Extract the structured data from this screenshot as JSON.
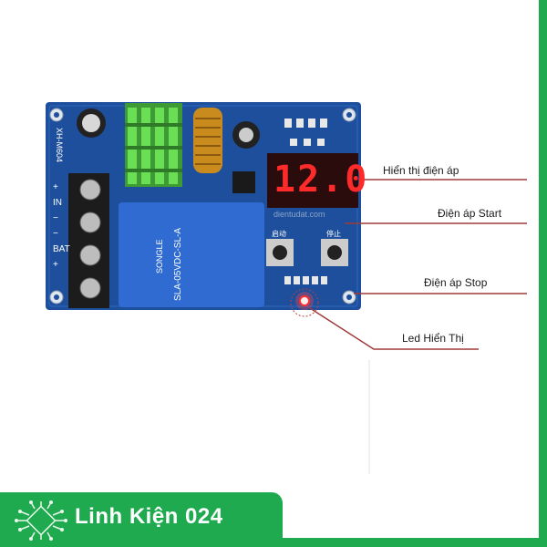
{
  "board": {
    "model": "XH-M604",
    "terminal_labels": [
      "+",
      "IN",
      "−",
      "−",
      "BAT",
      "+"
    ],
    "display_value": "12.0",
    "relay_brand": "SONGLE",
    "relay_model": "SLA-05VDC-SL-A",
    "watermark": "dientudat.com",
    "button_start_label": "启动",
    "button_stop_label": "停止"
  },
  "annotations": {
    "display": "Hiển thị điện áp",
    "start": "Điện áp Start",
    "stop": "Điện áp Stop",
    "led": "Led Hiển Thị"
  },
  "brand": {
    "name": "Linh Kiện 024",
    "icon": "chip-circuit-icon",
    "color": "#1faa4f"
  },
  "colors": {
    "pcb": "#1d4f9c",
    "heatsink": "#5ccf4a",
    "segment": "#ff2a2a",
    "annotation_line": "#a03a3a"
  }
}
